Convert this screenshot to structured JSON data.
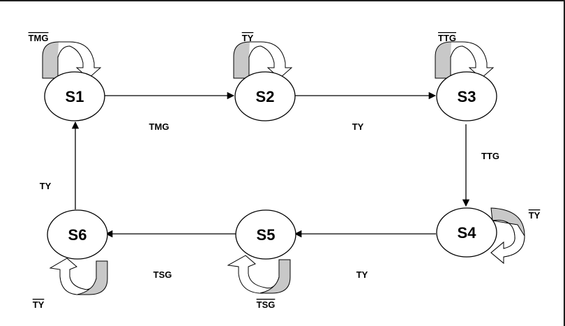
{
  "states": [
    {
      "id": "s1",
      "label": "S1"
    },
    {
      "id": "s2",
      "label": "S2"
    },
    {
      "id": "s3",
      "label": "S3"
    },
    {
      "id": "s4",
      "label": "S4"
    },
    {
      "id": "s5",
      "label": "S5"
    },
    {
      "id": "s6",
      "label": "S6"
    }
  ],
  "transitions": [
    {
      "from": "S1",
      "to": "S2",
      "label": "TMG"
    },
    {
      "from": "S2",
      "to": "S3",
      "label": "TY"
    },
    {
      "from": "S3",
      "to": "S4",
      "label": "TTG"
    },
    {
      "from": "S4",
      "to": "S5",
      "label": "TY"
    },
    {
      "from": "S5",
      "to": "S6",
      "label": "TSG"
    },
    {
      "from": "S6",
      "to": "S1",
      "label": "TY"
    }
  ],
  "self_loops": [
    {
      "state": "S1",
      "label": "TMG",
      "overline": true
    },
    {
      "state": "S2",
      "label": "TY",
      "overline": true
    },
    {
      "state": "S3",
      "label": "TTG",
      "overline": true
    },
    {
      "state": "S4",
      "label": "TY",
      "overline": true
    },
    {
      "state": "S5",
      "label": "TSG",
      "overline": true
    },
    {
      "state": "S6",
      "label": "TY",
      "overline": true
    }
  ],
  "colors": {
    "node_stroke": "#000000",
    "loop_fill": "#c8c8c8",
    "frame": "#1f1f1f"
  }
}
